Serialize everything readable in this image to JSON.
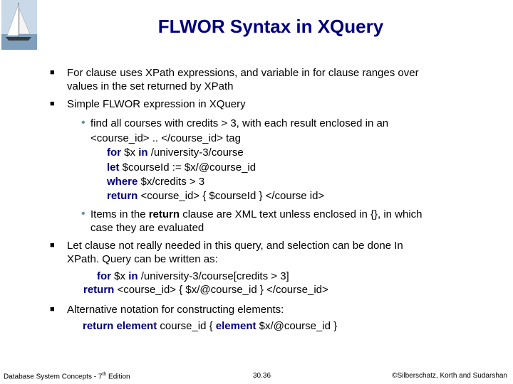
{
  "title": "FLWOR Syntax in XQuery",
  "bullets": {
    "b1_line1": "For clause uses XPath expressions, and variable in for clause ranges over",
    "b1_line2": "values in the set returned by XPath",
    "b2": "Simple FLWOR expression in XQuery",
    "s1_line1": "find all courses with credits > 3, with each result enclosed in an",
    "s1_line2": "<course_id> .. </course_id> tag",
    "s2_pre": "Items in the ",
    "s2_kw": "return",
    "s2_post": " clause are XML text unless enclosed in {}, in which",
    "s2_line2": "case they are evaluated",
    "b3_line1": "Let clause not really needed in this query, and selection can be done In",
    "b3_line2": "XPath.  Query can be written as:",
    "b4": "Alternative notation for constructing elements:"
  },
  "code1": {
    "for_kw": "for",
    "for_var": " $x ",
    "in_kw": "in",
    "for_rest": " /university-3/course",
    "let_kw": "let",
    "let_rest": "  $courseId := $x/@course_id",
    "where_kw": "where",
    "where_rest": " $x/credits > 3",
    "return_kw": "return",
    "return_rest": " <course_id> { $courseId } </course id>"
  },
  "code2": {
    "for_kw": "for",
    "for_var": " $x ",
    "in_kw": "in",
    "for_rest": " /university-3/course[credits > 3]",
    "return_kw": "return",
    "return_rest": " <course_id> { $x/@course_id } </course_id>"
  },
  "code3": {
    "return_kw": "return",
    "element_kw1": "element",
    "mid": " course_id { ",
    "element_kw2": "element",
    "rest": "  $x/@course_id }"
  },
  "footer": {
    "left_pre": "Database System Concepts - 7",
    "left_sup": "th",
    "left_post": " Edition",
    "center": "30.36",
    "right": "©Silberschatz, Korth and Sudarshan"
  },
  "colors": {
    "title": "#000080",
    "keyword": "#000080",
    "sub_bullet": "#6a8ba8"
  },
  "icons": {
    "logo": "sailboat-icon",
    "bullet": "square-bullet-icon",
    "sub_bullet": "dot-bullet-icon"
  }
}
